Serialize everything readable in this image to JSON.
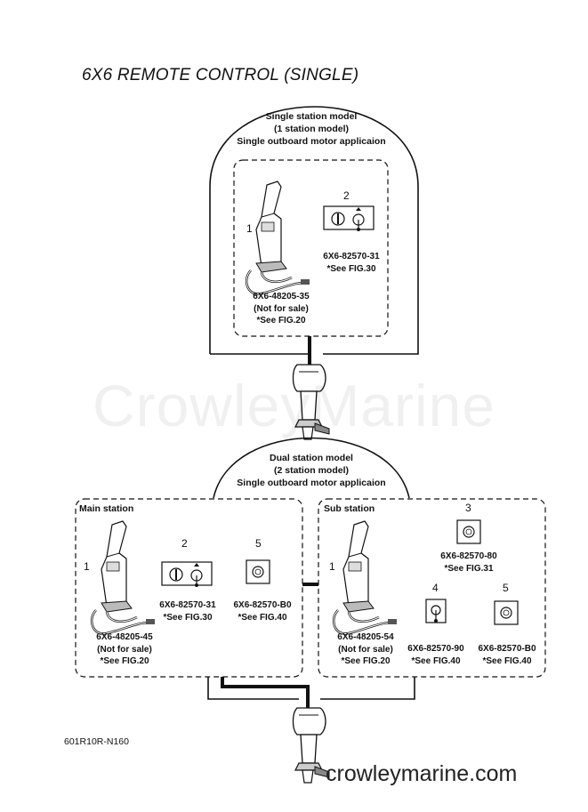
{
  "title": "6X6 REMOTE CONTROL (SINGLE)",
  "watermark": "CrowleyMarine",
  "footer_url": "crowleymarine.com",
  "figure_code": "601R10R-N160",
  "single": {
    "header": [
      "Single station model",
      "(1 station model)",
      "Single outboard motor applicaion"
    ],
    "part1": {
      "num": "1",
      "lines": [
        "6X6-48205-35",
        "(Not for sale)",
        "*See FIG.20"
      ]
    },
    "part2": {
      "num": "2",
      "lines": [
        "6X6-82570-31",
        "*See FIG.30"
      ]
    }
  },
  "dual": {
    "header": [
      "Dual station model",
      "(2 station model)",
      "Single outboard motor applicaion"
    ],
    "main": {
      "label": "Main station",
      "part1": {
        "num": "1",
        "lines": [
          "6X6-48205-45",
          "(Not for sale)",
          "*See FIG.20"
        ]
      },
      "part2": {
        "num": "2",
        "lines": [
          "6X6-82570-31",
          "*See FIG.30"
        ]
      },
      "part5": {
        "num": "5",
        "lines": [
          "6X6-82570-B0",
          "*See FIG.40"
        ]
      }
    },
    "sub": {
      "label": "Sub station",
      "part1": {
        "num": "1",
        "lines": [
          "6X6-48205-54",
          "(Not for sale)",
          "*See FIG.20"
        ]
      },
      "part3": {
        "num": "3",
        "lines": [
          "6X6-82570-80",
          "*See FIG.31"
        ]
      },
      "part4": {
        "num": "4",
        "lines": [
          "6X6-82570-90",
          "*See FIG.40"
        ]
      },
      "part5": {
        "num": "5",
        "lines": [
          "6X6-82570-B0",
          "*See FIG.40"
        ]
      }
    }
  }
}
